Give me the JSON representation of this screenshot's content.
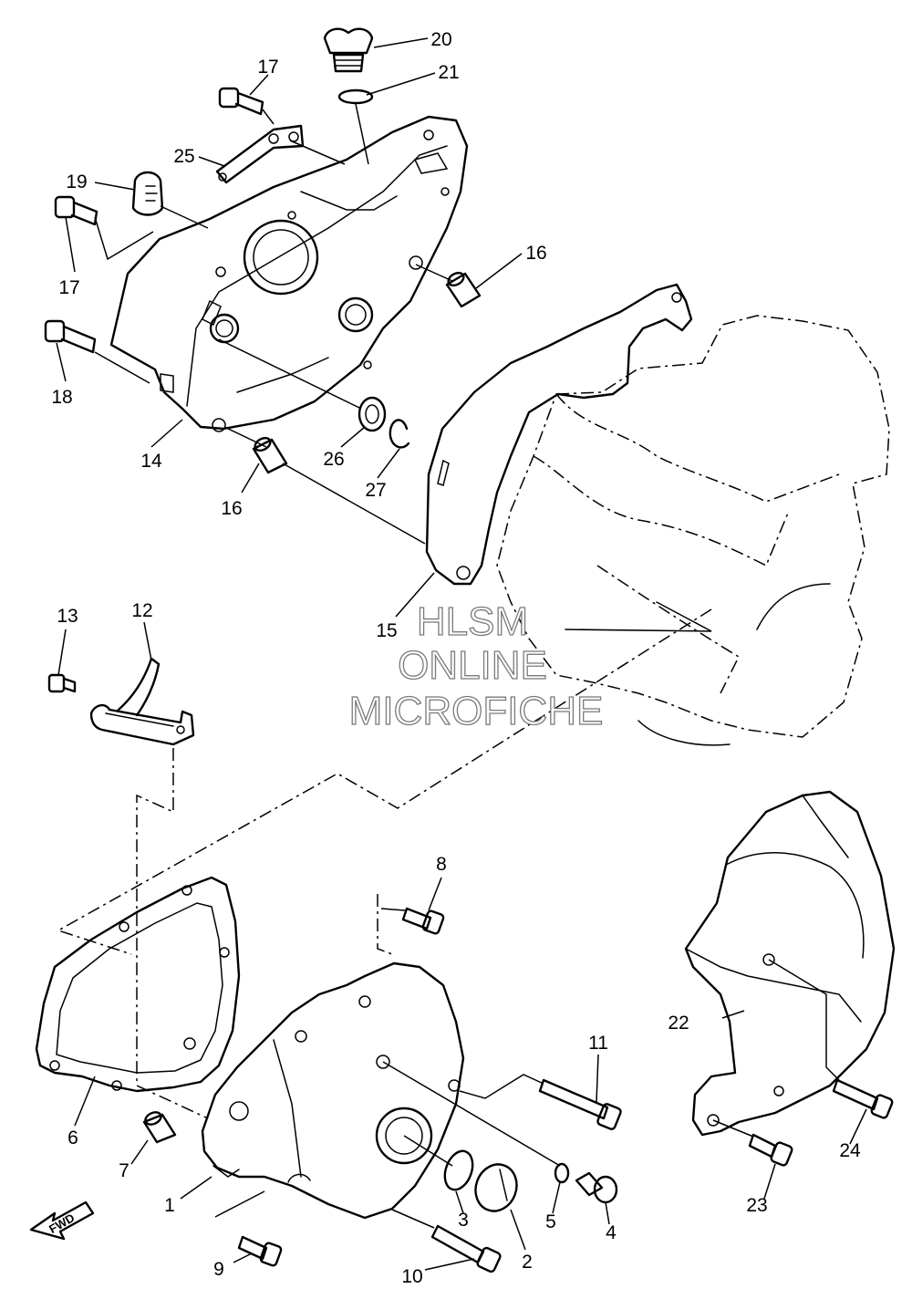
{
  "diagram": {
    "parts": [
      {
        "label": "1"
      },
      {
        "label": "2"
      },
      {
        "label": "3"
      },
      {
        "label": "4"
      },
      {
        "label": "5"
      },
      {
        "label": "6"
      },
      {
        "label": "7"
      },
      {
        "label": "8"
      },
      {
        "label": "9"
      },
      {
        "label": "10"
      },
      {
        "label": "11"
      },
      {
        "label": "12"
      },
      {
        "label": "13"
      },
      {
        "label": "14"
      },
      {
        "label": "15"
      },
      {
        "label": "16"
      },
      {
        "label": "16"
      },
      {
        "label": "17"
      },
      {
        "label": "17"
      },
      {
        "label": "18"
      },
      {
        "label": "19"
      },
      {
        "label": "20"
      },
      {
        "label": "21"
      },
      {
        "label": "22"
      },
      {
        "label": "23"
      },
      {
        "label": "24"
      },
      {
        "label": "25"
      },
      {
        "label": "26"
      },
      {
        "label": "27"
      }
    ],
    "watermark": {
      "line1": "HLSM",
      "line2": "ONLINE",
      "line3": "MICROFICHE"
    },
    "direction_arrow": {
      "label": "FWD"
    }
  },
  "colors": {
    "line": "#000000",
    "watermark_stroke": "#7a7a7a",
    "background": "#ffffff"
  }
}
